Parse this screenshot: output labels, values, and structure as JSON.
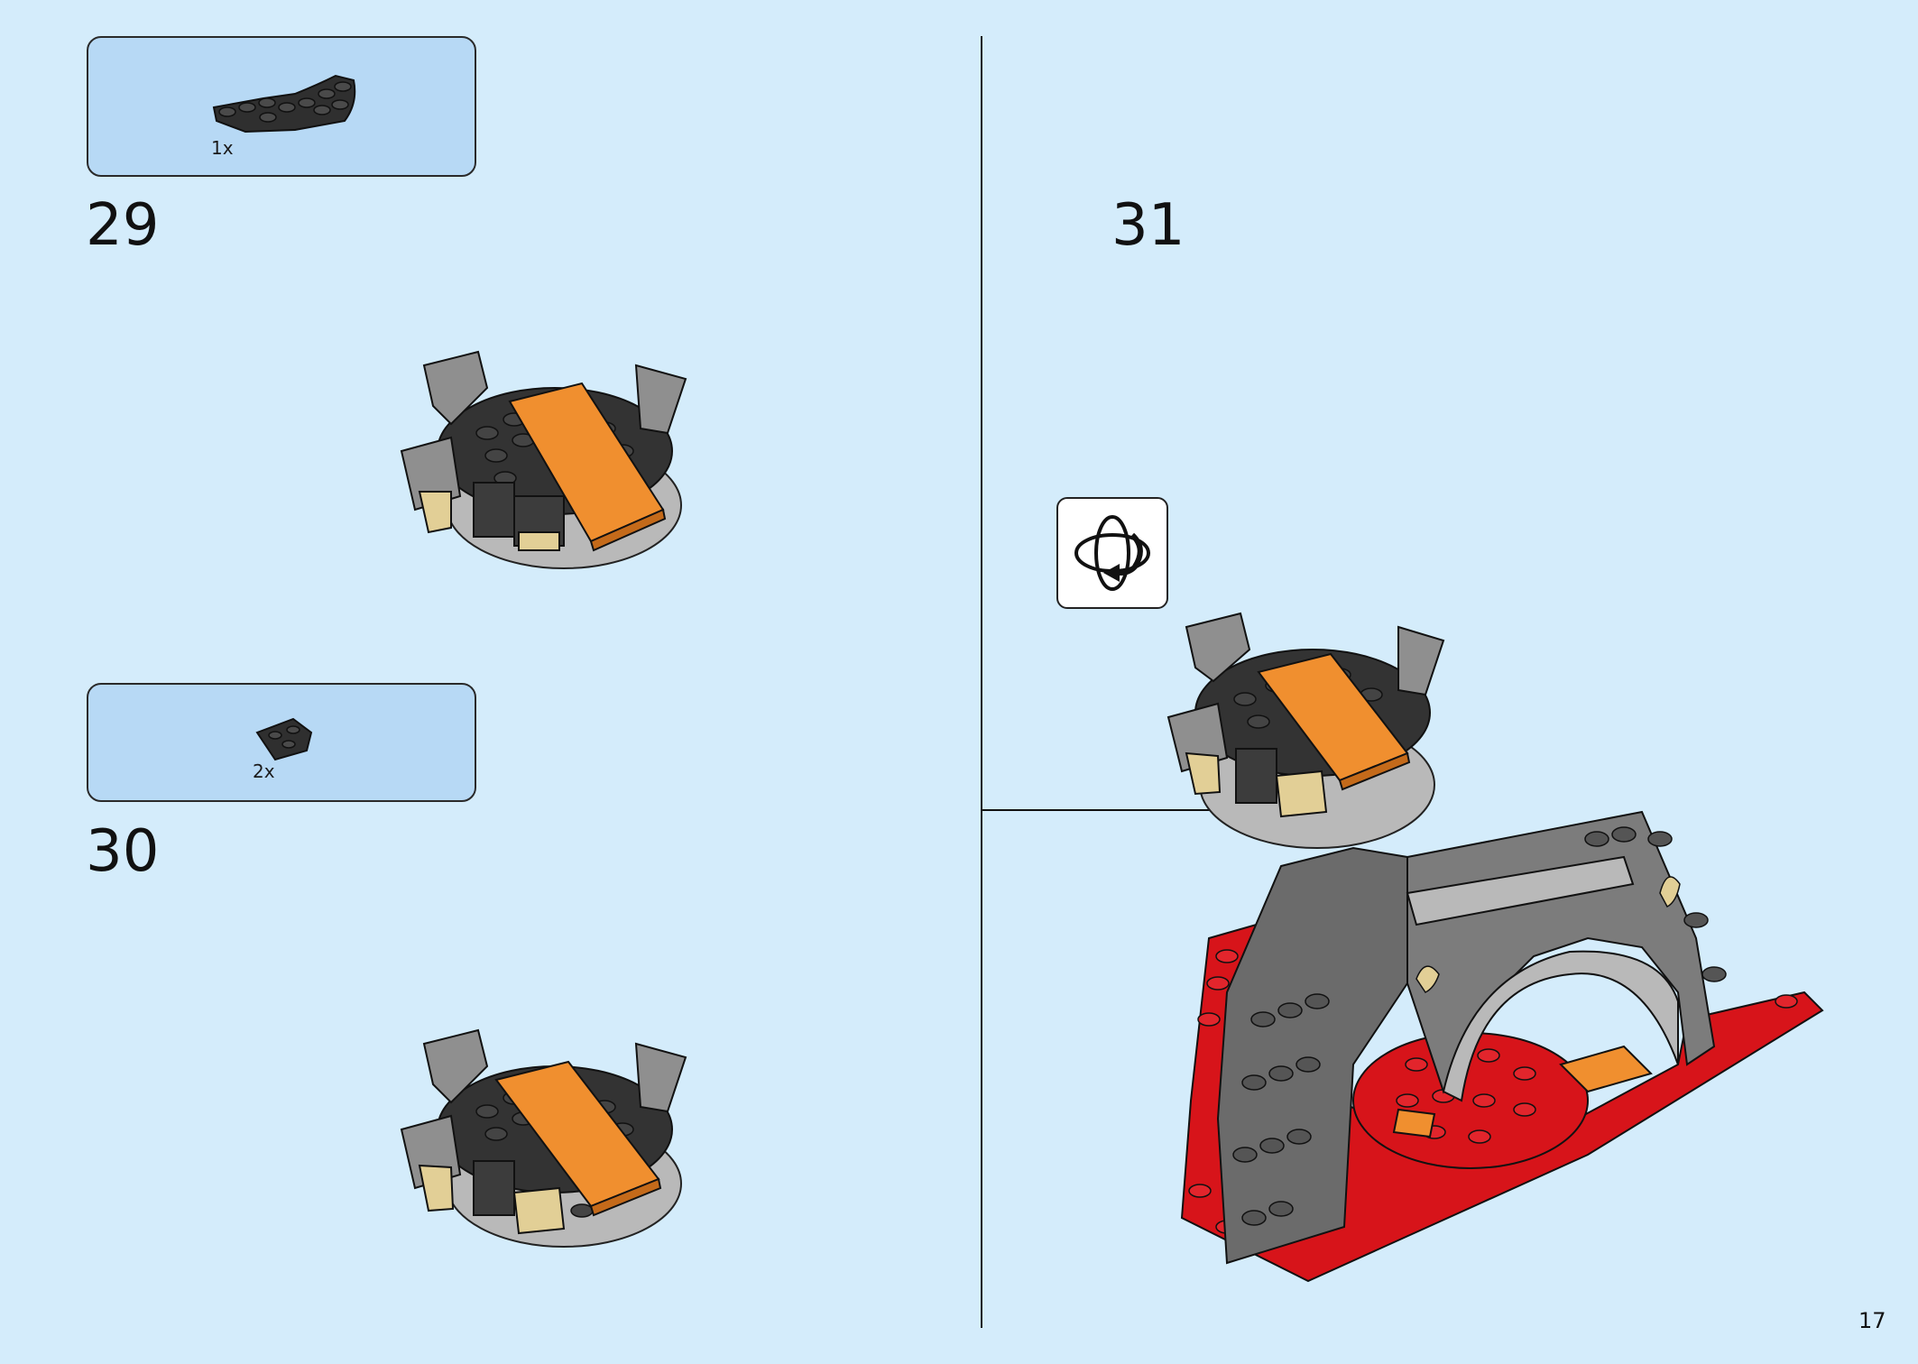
{
  "page": {
    "number": "17",
    "background": "#d4ecfb"
  },
  "steps": [
    {
      "number": "29",
      "parts": [
        {
          "quantity": "1x",
          "icon": "dark-gray-curved-plate-icon",
          "color": "#3a3a3a"
        }
      ],
      "assembly": "turret-assembly-orange-tile"
    },
    {
      "number": "30",
      "parts": [
        {
          "quantity": "2x",
          "icon": "dark-gray-wedge-plate-icon",
          "color": "#3a3a3a"
        }
      ],
      "assembly": "turret-assembly-with-tan-wedges"
    },
    {
      "number": "31",
      "indicator": "rotate-model-icon",
      "assembly": "castle-gate-with-turret"
    }
  ],
  "colors": {
    "callout_bg": "#b7d9f5",
    "dark_gray": "#3c3c3c",
    "medium_gray": "#8f8f8f",
    "light_gray": "#b9b9b9",
    "orange": "#f08f2f",
    "red": "#d7141a",
    "tan": "#e2cf96"
  }
}
